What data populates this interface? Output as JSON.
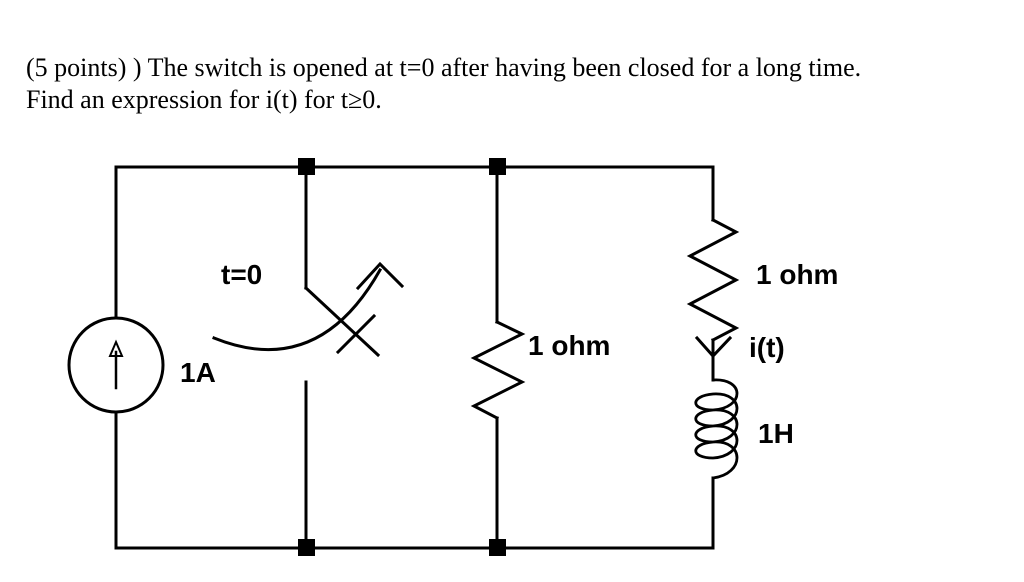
{
  "problem": {
    "line1": "(5 points) )  The switch is opened at t=0 after having been closed for a long time.",
    "line2": "Find an expression for i(t) for t≥0."
  },
  "circuit": {
    "switch_label": "t=0",
    "source_label": "1A",
    "middle_resistor_label": "1 ohm",
    "right_resistor_label": "1 ohm",
    "current_label": "i(t)",
    "inductor_label": "1H"
  },
  "colors": {
    "wire": "#000000",
    "background": "#ffffff"
  }
}
